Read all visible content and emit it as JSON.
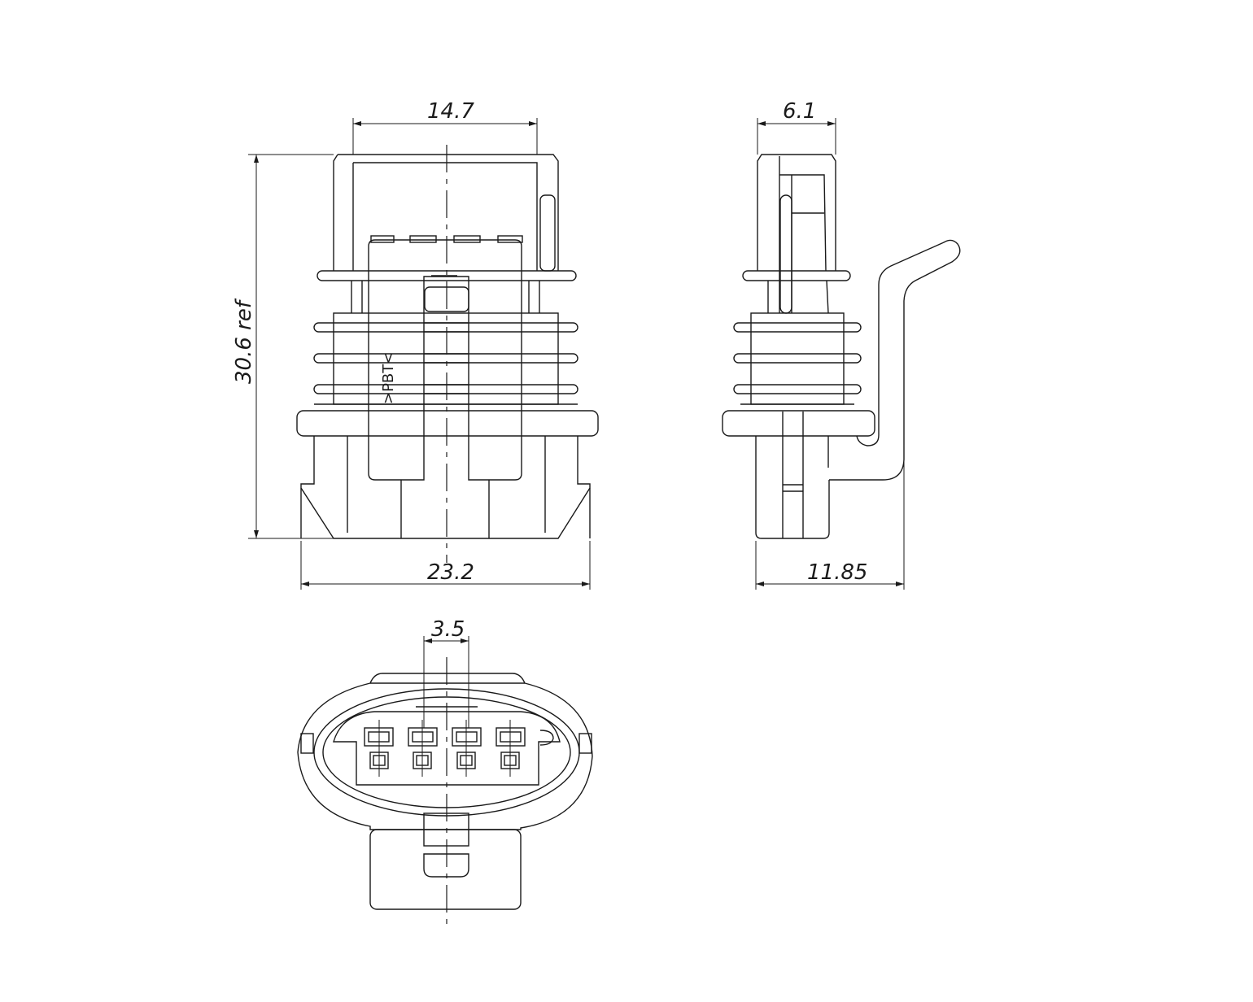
{
  "drawing": {
    "front_view": {
      "width_top": "14.7",
      "width_overall": "23.2",
      "height_ref": "30.6 ref",
      "material_mark": ">PBT<"
    },
    "side_view": {
      "width_top": "6.1",
      "depth_overall": "11.85"
    },
    "bottom_view": {
      "pin_pitch": "3.5",
      "pin_count": 4
    },
    "line_color": "#1a1a1a"
  }
}
